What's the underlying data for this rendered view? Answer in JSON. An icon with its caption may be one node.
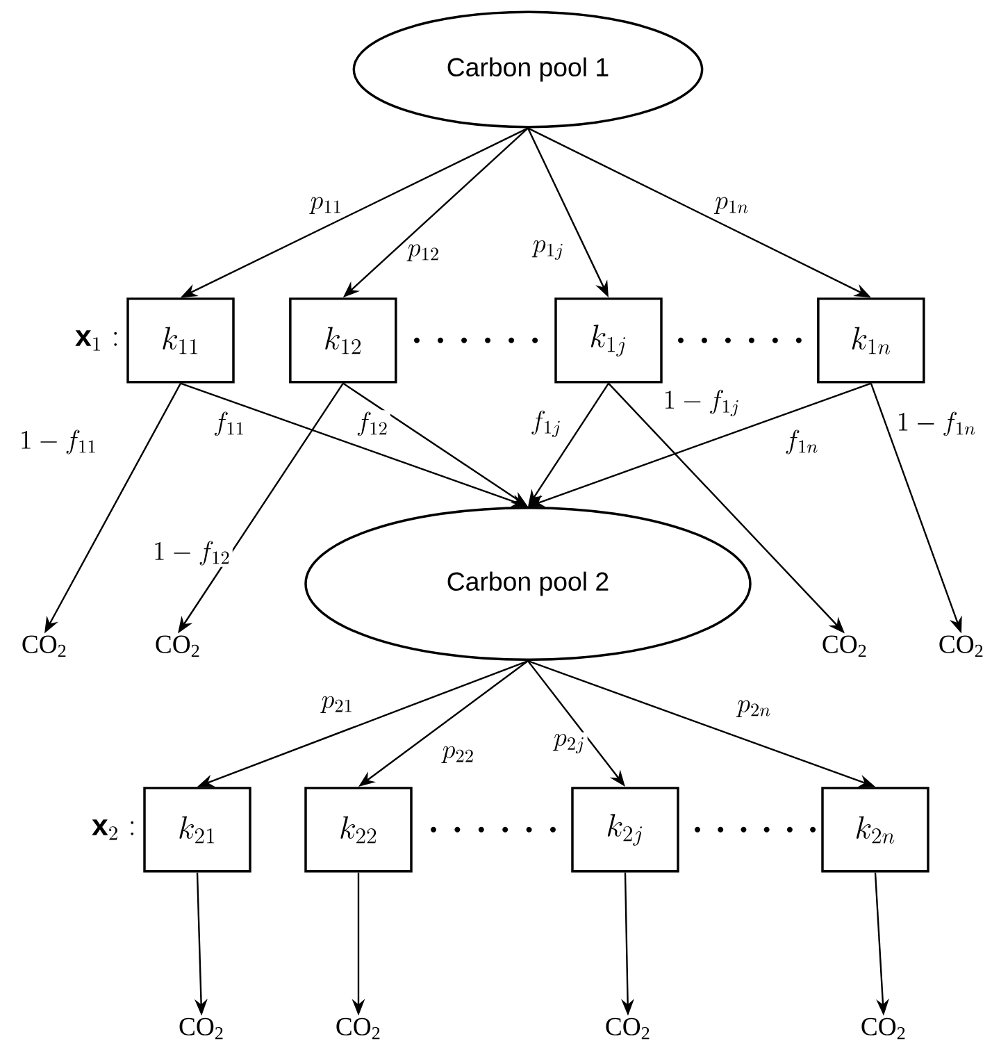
{
  "diagram": {
    "nodes": [
      {
        "text": [
          "Carbon pool 1"
        ]
      },
      {
        "text": [
          "k_{11}"
        ]
      },
      {
        "text": [
          "k_{12}"
        ]
      },
      {
        "text": [
          "k_{1j}"
        ]
      },
      {
        "text": [
          "k_{1n}"
        ]
      },
      {
        "text": [
          "CO$_{2}$"
        ]
      },
      {
        "text": [
          "CO$_{2}$"
        ]
      },
      {
        "text": [
          "CO$_{2}$"
        ]
      },
      {
        "text": [
          "CO$_{2}$"
        ]
      },
      {
        "text": [
          "Carbon pool 2"
        ]
      },
      {
        "text": [
          "k_{21}"
        ]
      },
      {
        "text": [
          "k_{22}"
        ]
      },
      {
        "text": [
          "k_{2j}"
        ]
      },
      {
        "text": [
          "k_{2n}"
        ]
      },
      {
        "text": [
          "CO$_{2}$"
        ]
      },
      {
        "text": [
          "CO$_{2}$"
        ]
      },
      {
        "text": [
          "CO$_{2}$"
        ]
      },
      {
        "text": [
          "CO$_{2}$"
        ]
      }
    ],
    "edges": [
      {
        "from": 0,
        "to": 1,
        "arrow": "to",
        "label": "p_{11}"
      },
      {
        "from": 0,
        "to": 2,
        "arrow": "to",
        "label": "p_{12}"
      },
      {
        "from": 0,
        "to": 3,
        "arrow": "to",
        "label": "p_{1j}"
      },
      {
        "from": 0,
        "to": 4,
        "arrow": "to",
        "label": "p_{1n}"
      },
      {
        "from": 1,
        "to": 5,
        "arrow": "to",
        "label": "1-f_{11}"
      },
      {
        "from": 1,
        "to": 9,
        "arrow": "to",
        "label": "f_{11}"
      },
      {
        "from": 2,
        "to": 6,
        "arrow": "to",
        "label": "1-f_{12}"
      },
      {
        "from": 2,
        "to": 9,
        "arrow": "to",
        "label": "f_{12}"
      },
      {
        "from": 3,
        "to": 9,
        "arrow": "to",
        "label": "f_{1j}"
      },
      {
        "from": 3,
        "to": 7,
        "arrow": "to",
        "label": "1-f_{1j}"
      },
      {
        "from": 4,
        "to": 9,
        "arrow": "to",
        "label": "f_{1n}"
      },
      {
        "from": 4,
        "to": 8,
        "arrow": "to",
        "label": "1-f_{1n}"
      },
      {
        "from": 9,
        "to": 10,
        "arrow": "to",
        "label": "p_{21}"
      },
      {
        "from": 9,
        "to": 11,
        "arrow": "to",
        "label": "p_{22}"
      },
      {
        "from": 9,
        "to": 12,
        "arrow": "to",
        "label": "p_{2j}"
      },
      {
        "from": 9,
        "to": 13,
        "arrow": "to",
        "label": "p_{2n}"
      },
      {
        "from": 10,
        "to": 14,
        "arrow": "to"
      },
      {
        "from": 11,
        "to": 15,
        "arrow": "to"
      },
      {
        "from": 12,
        "to": 16,
        "arrow": "to"
      },
      {
        "from": 13,
        "to": 17,
        "arrow": "to"
      }
    ],
    "labels": [
      "\\mathbf{x}_1:",
      "\\mathbf{x}_2:"
    ]
  }
}
